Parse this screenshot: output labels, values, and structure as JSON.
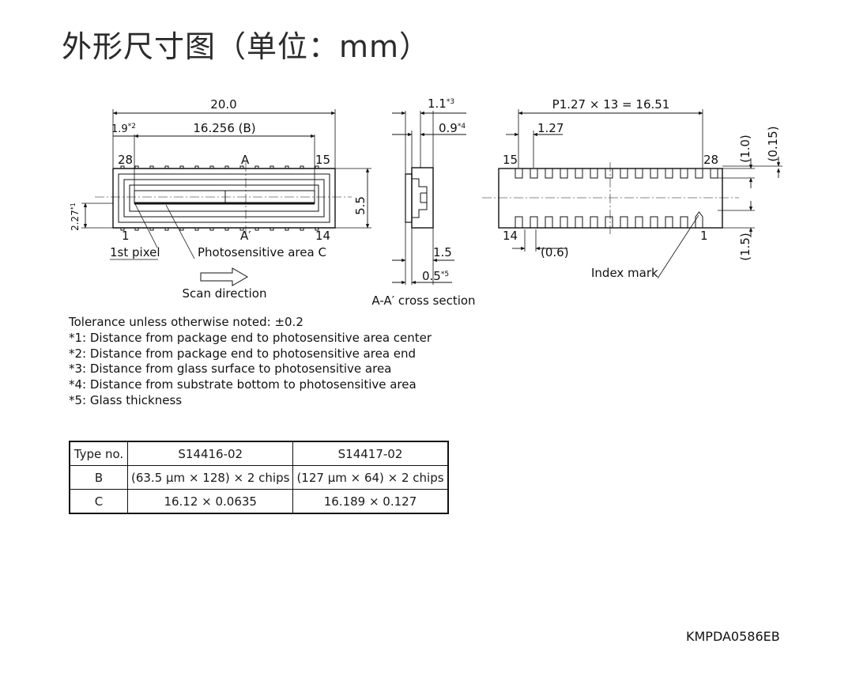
{
  "title": "外形尺寸图（单位：mm）",
  "top_view": {
    "dim_total": "20.0",
    "dim_first_star": "1.9",
    "dim_first_star_mark": "*2",
    "dim_b": "16.256 (B)",
    "pin_28": "28",
    "pin_15": "15",
    "pin_1": "1",
    "pin_14": "14",
    "label_a": "A",
    "label_a_prime": "A′",
    "dim_height": "5.5",
    "dim_center": "2.27",
    "dim_center_mark": "*1",
    "callout_first_pixel": "1st pixel",
    "callout_area": "Photosensitive area C",
    "scan_direction": "Scan direction"
  },
  "cross_section": {
    "dim_glass_surface": "1.1",
    "dim_glass_surface_mark": "*3",
    "dim_substrate": "0.9",
    "dim_substrate_mark": "*4",
    "dim_body": "1.5",
    "dim_glass": "0.5",
    "dim_glass_mark": "*5",
    "caption": "A-A′ cross section"
  },
  "bottom_view": {
    "dim_pitch": "P1.27 × 13 = 16.51",
    "dim_pin_pitch": "1.27",
    "pin_15": "15",
    "pin_28": "28",
    "pin_14": "14",
    "pin_1": "1",
    "dim_pad_width": "(0.6)",
    "dim_pad_len_top": "(1.0)",
    "dim_pad_offset": "(0.15)",
    "dim_pad_len_bottom": "(1.5)",
    "index_mark": "Index mark"
  },
  "notes": [
    "Tolerance unless otherwise noted: ±0.2",
    "*1: Distance from package end to photosensitive area center",
    "*2: Distance from package end to photosensitive area end",
    "*3: Distance from glass surface to photosensitive area",
    "*4: Distance from substrate bottom to photosensitive area",
    "*5: Glass thickness"
  ],
  "table": {
    "header": [
      "Type no.",
      "S14416-02",
      "S14417-02"
    ],
    "rows": [
      [
        "B",
        "(63.5 μm × 128) × 2 chips",
        "(127 μm × 64) × 2 chips"
      ],
      [
        "C",
        "16.12 × 0.0635",
        "16.189 × 0.127"
      ]
    ]
  },
  "doc_code": "KMPDA0586EB"
}
